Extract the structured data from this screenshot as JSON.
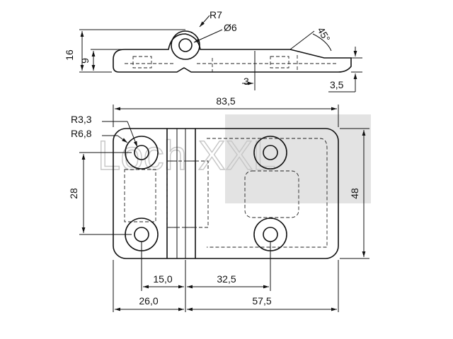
{
  "watermark": {
    "text": "Loch XXL",
    "color": "#cccccc"
  },
  "side_view": {
    "total_height": "16",
    "leaf_thickness": "9",
    "knuckle_radius": "R7",
    "pin_diameter": "Ø6",
    "bevel_angle": "45°",
    "gap": "3",
    "end_thickness": "3,5"
  },
  "plan_view": {
    "overall_length": "83,5",
    "overall_width": "48",
    "hole_radius": "R3,3",
    "boss_radius": "R6,8",
    "hole_spacing_vertical": "28",
    "left_hole_offset": "15,0",
    "right_hole_offset": "32,5",
    "left_leaf_width": "26,0",
    "right_leaf_width": "57,5"
  },
  "colors": {
    "line": "#111111",
    "background": "#ffffff"
  }
}
